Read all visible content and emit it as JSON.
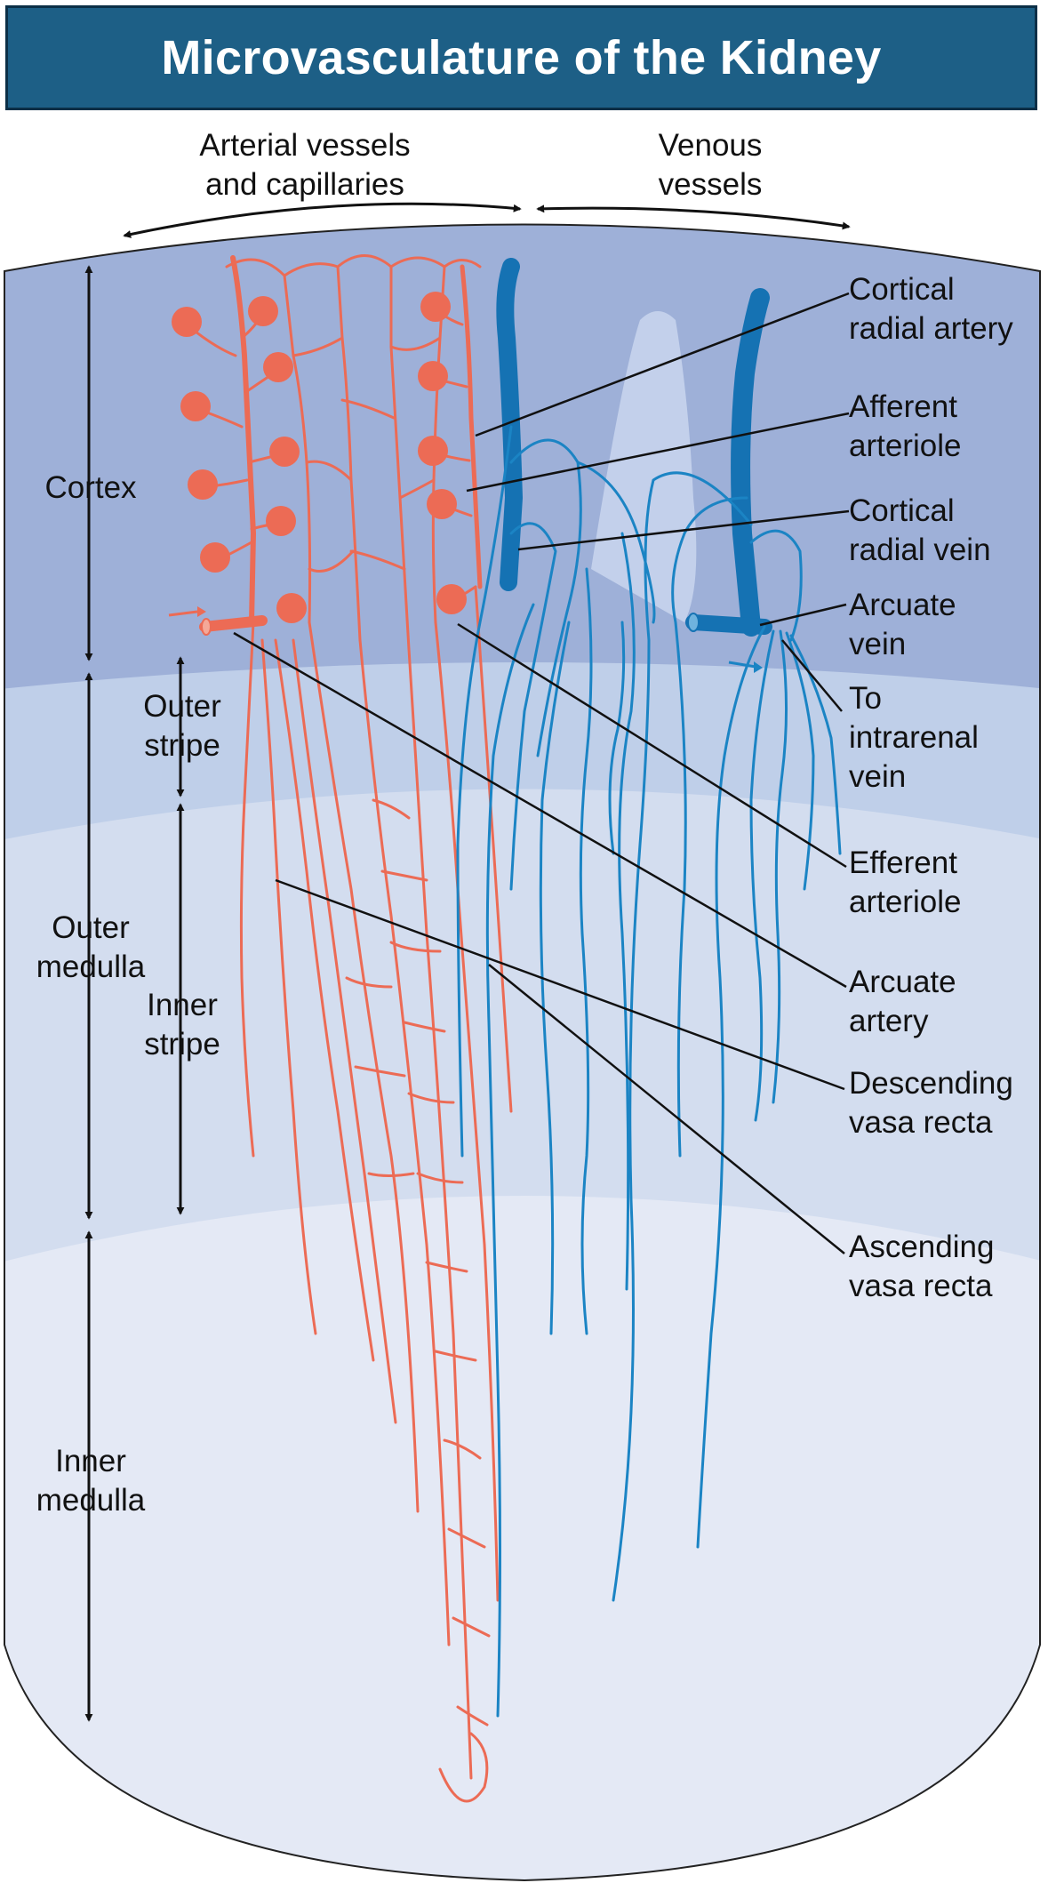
{
  "title": "Microvasculature of the Kidney",
  "colors": {
    "banner": "#1d5f86",
    "banner_border": "#0b2f47",
    "cortex": "#9eb0d8",
    "outer_stripe": "#bfcfe9",
    "inner_stripe": "#d3ddef",
    "inner_medulla": "#e4e9f5",
    "artery": "#ec6b55",
    "vein": "#1b84c4",
    "vein_dark": "#1572b3"
  },
  "header_labels": {
    "arterial": [
      "Arterial vessels",
      "and capillaries"
    ],
    "venous": [
      "Venous",
      "vessels"
    ]
  },
  "zones": {
    "cortex": [
      "Cortex"
    ],
    "outer_stripe": [
      "Outer",
      "stripe"
    ],
    "outer_medulla": [
      "Outer",
      "medulla"
    ],
    "inner_stripe": [
      "Inner",
      "stripe"
    ],
    "inner_medulla": [
      "Inner",
      "medulla"
    ]
  },
  "callouts": [
    {
      "id": "cortical-radial-artery",
      "lines": [
        "Cortical",
        "radial artery"
      ]
    },
    {
      "id": "afferent-arteriole",
      "lines": [
        "Afferent",
        "arteriole"
      ]
    },
    {
      "id": "cortical-radial-vein",
      "lines": [
        "Cortical",
        "radial vein"
      ]
    },
    {
      "id": "arcuate-vein",
      "lines": [
        "Arcuate",
        "vein"
      ]
    },
    {
      "id": "to-intrarenal-vein",
      "lines": [
        "To",
        "intrarenal",
        "vein"
      ]
    },
    {
      "id": "efferent-arteriole",
      "lines": [
        "Efferent",
        "arteriole"
      ]
    },
    {
      "id": "arcuate-artery",
      "lines": [
        "Arcuate",
        "artery"
      ]
    },
    {
      "id": "descending-vasa-recta",
      "lines": [
        "Descending",
        "vasa recta"
      ]
    },
    {
      "id": "ascending-vasa-recta",
      "lines": [
        "Ascending",
        "vasa recta"
      ]
    }
  ]
}
